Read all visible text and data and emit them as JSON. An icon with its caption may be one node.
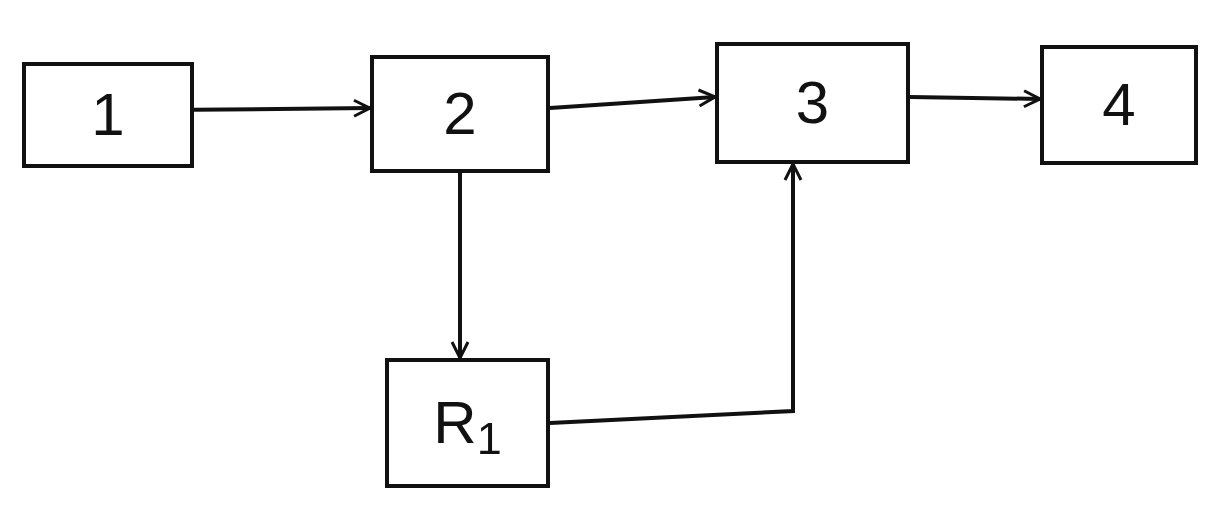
{
  "diagram": {
    "nodes": [
      {
        "text": [
          "1"
        ]
      },
      {
        "text": [
          "2"
        ]
      },
      {
        "text": [
          "3"
        ]
      },
      {
        "text": [
          "4"
        ]
      },
      {
        "text": [
          "R$_{1}$"
        ]
      }
    ],
    "edges": [
      {
        "from": 0,
        "to": 1,
        "arrow": "to"
      },
      {
        "from": 1,
        "to": 2,
        "arrow": "to"
      },
      {
        "from": 2,
        "to": 3,
        "arrow": "to"
      },
      {
        "from": 1,
        "to": 4,
        "arrow": "to"
      },
      {
        "from": 4,
        "to": 2,
        "arrow": "to"
      }
    ]
  }
}
